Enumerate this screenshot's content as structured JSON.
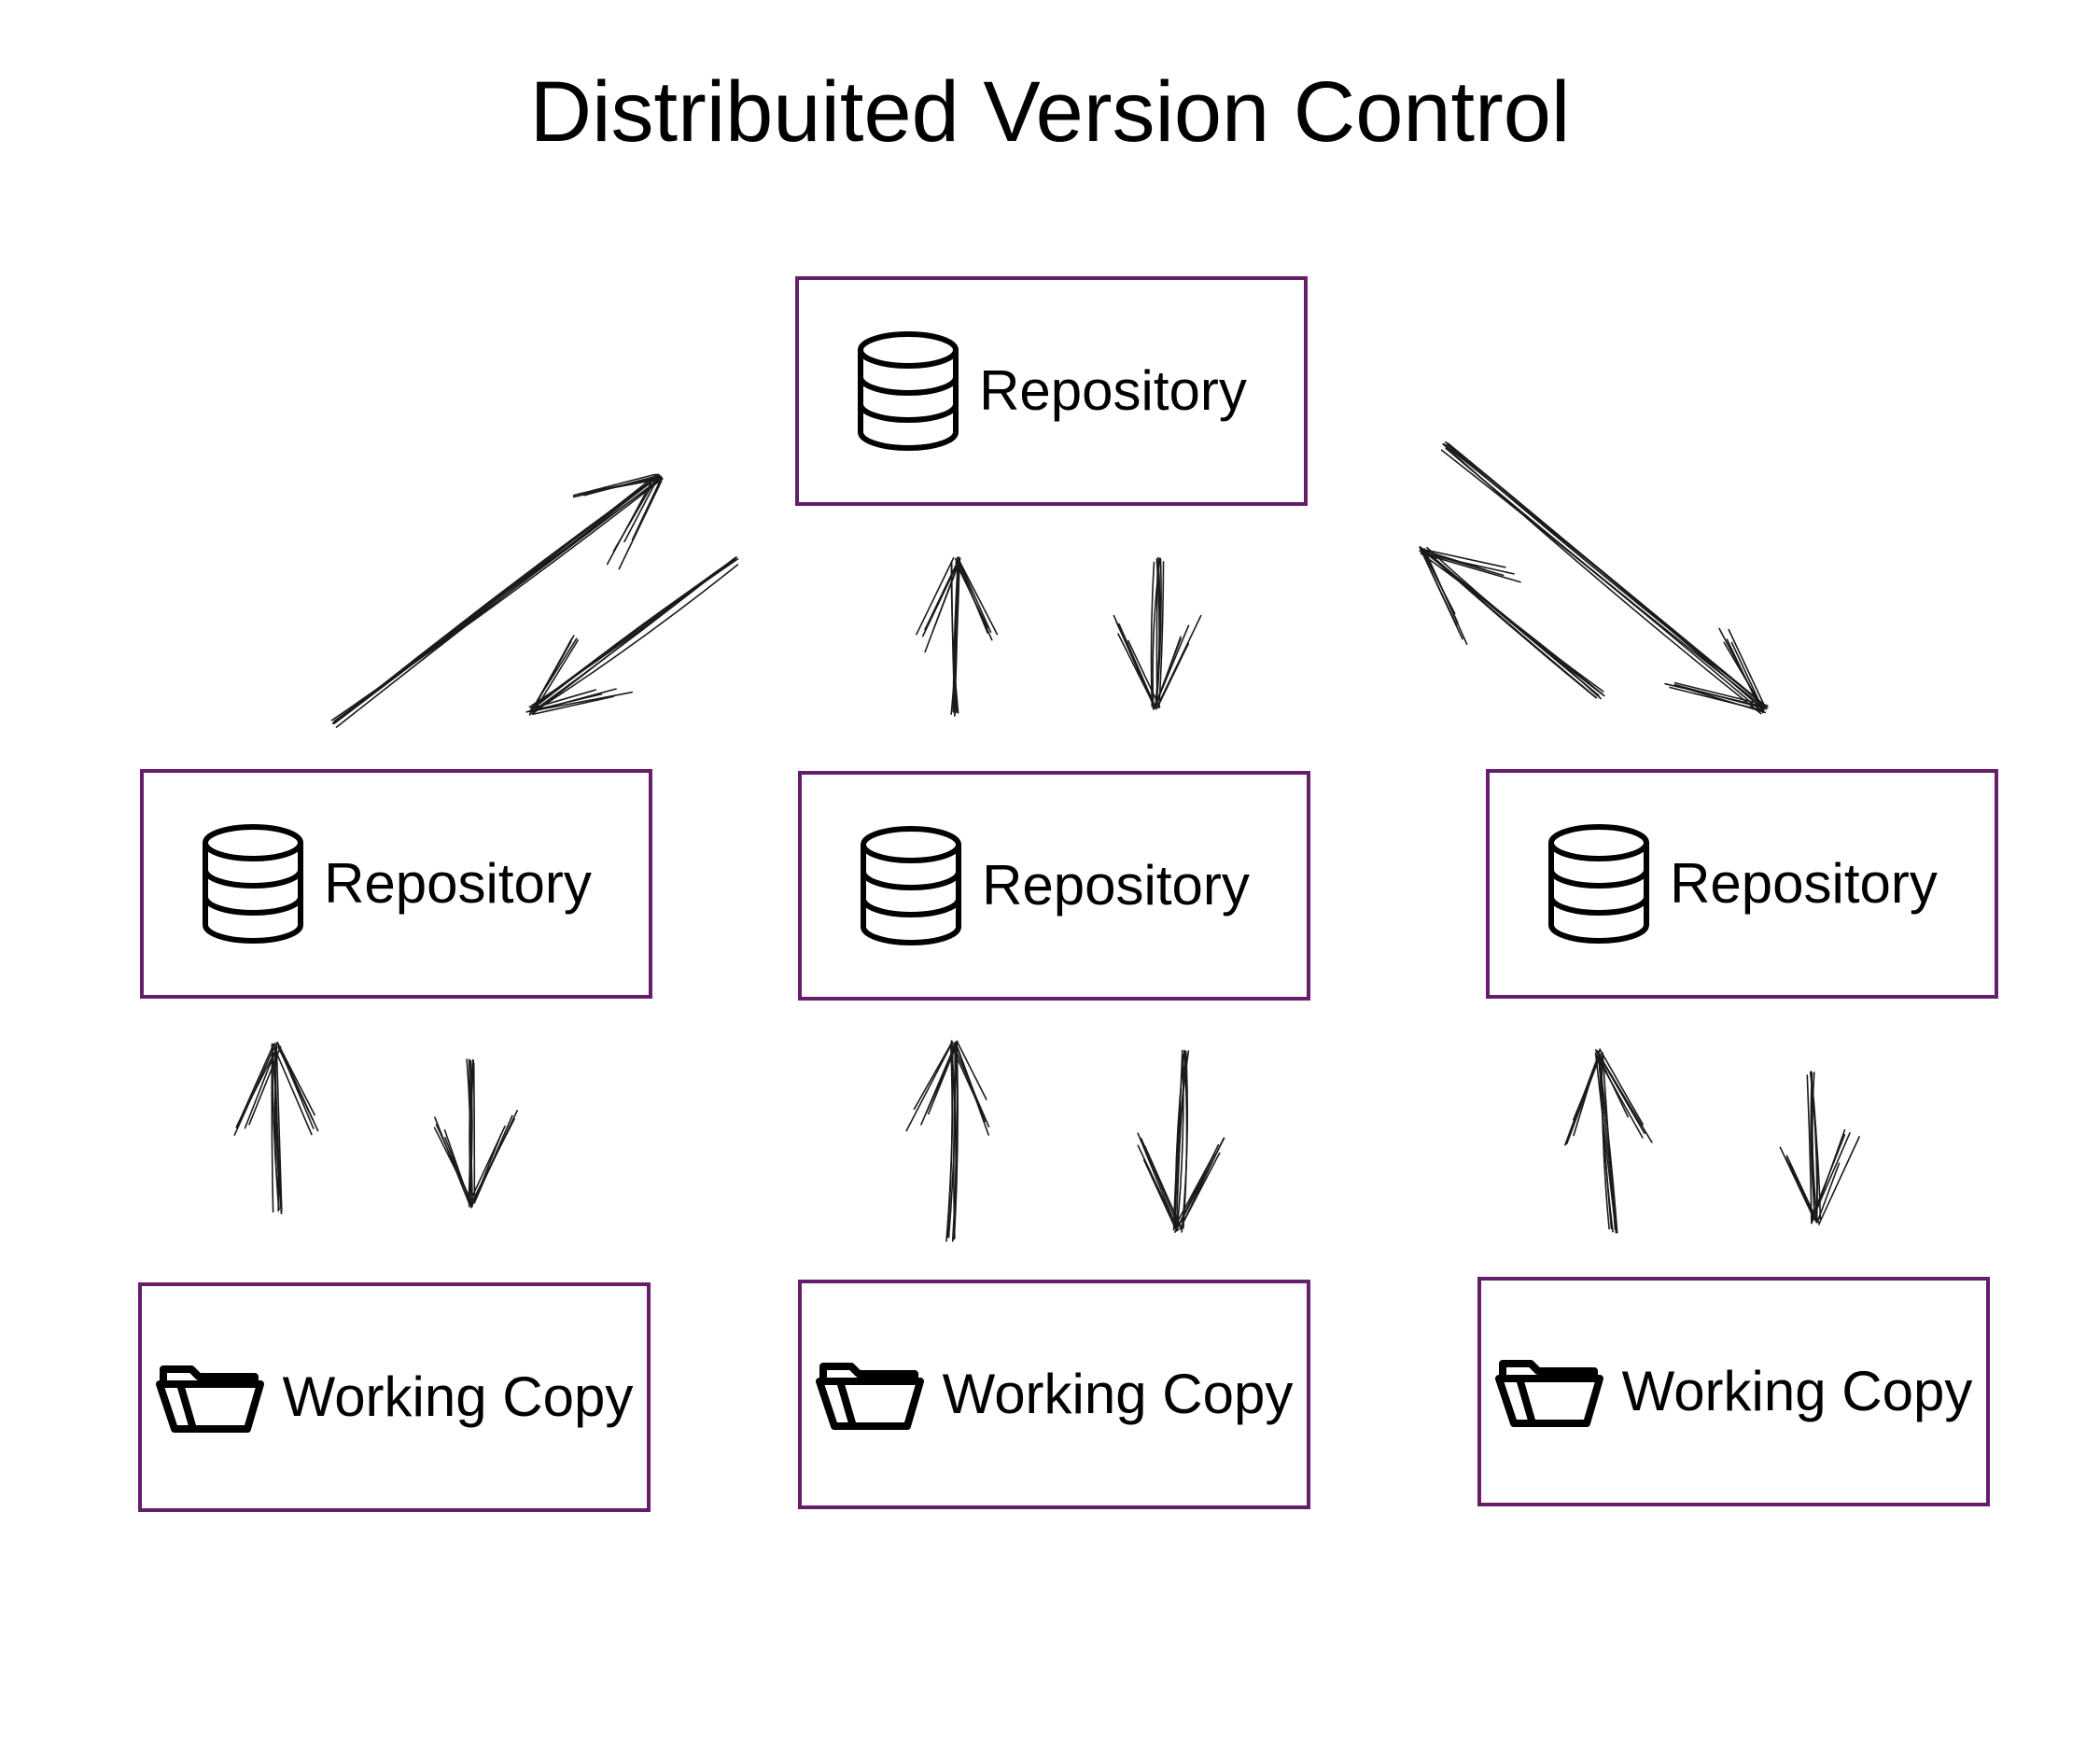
{
  "diagram": {
    "title": "Distribuited Version Control",
    "nodes": {
      "central_repository": {
        "label": "Repository",
        "icon": "database-icon"
      },
      "left_repository": {
        "label": "Repository",
        "icon": "database-icon"
      },
      "center_repository": {
        "label": "Repository",
        "icon": "database-icon"
      },
      "right_repository": {
        "label": "Repository",
        "icon": "database-icon"
      },
      "left_working_copy": {
        "label": "Working Copy",
        "icon": "folder-open-icon"
      },
      "center_working_copy": {
        "label": "Working Copy",
        "icon": "folder-open-icon"
      },
      "right_working_copy": {
        "label": "Working Copy",
        "icon": "folder-open-icon"
      }
    },
    "edges": [
      {
        "from": "left_repository",
        "to": "central_repository"
      },
      {
        "from": "central_repository",
        "to": "left_repository"
      },
      {
        "from": "center_repository",
        "to": "central_repository"
      },
      {
        "from": "central_repository",
        "to": "center_repository"
      },
      {
        "from": "right_repository",
        "to": "central_repository"
      },
      {
        "from": "central_repository",
        "to": "right_repository"
      },
      {
        "from": "left_working_copy",
        "to": "left_repository"
      },
      {
        "from": "left_repository",
        "to": "left_working_copy"
      },
      {
        "from": "center_working_copy",
        "to": "center_repository"
      },
      {
        "from": "center_repository",
        "to": "center_working_copy"
      },
      {
        "from": "right_working_copy",
        "to": "right_repository"
      },
      {
        "from": "right_repository",
        "to": "right_working_copy"
      }
    ],
    "colors": {
      "box_border": "#661e6b",
      "arrow_stroke": "#1a1a1a",
      "text": "#000000"
    }
  }
}
